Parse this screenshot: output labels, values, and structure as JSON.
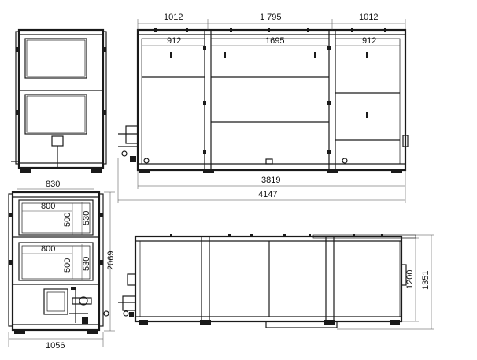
{
  "dimensions": {
    "top_view": {
      "seg_outer_1": "1012",
      "seg_outer_2": "1 795",
      "seg_outer_3": "1012",
      "seg_inner_1": "912",
      "seg_inner_2": "1695",
      "seg_inner_3": "912",
      "inner_total": "3819",
      "overall_total": "4147"
    },
    "front_view": {
      "width_top": "830",
      "door_width_upper": "800",
      "door_width_lower": "800",
      "height_upper_a": "500",
      "height_upper_b": "530",
      "height_lower_a": "500",
      "height_lower_b": "530",
      "overall_height": "2069",
      "overall_width": "1056"
    },
    "side_view": {
      "inner_height": "1200",
      "overall_height": "1351"
    }
  },
  "colors": {
    "line": "#1a1a1a",
    "background": "#ffffff"
  }
}
